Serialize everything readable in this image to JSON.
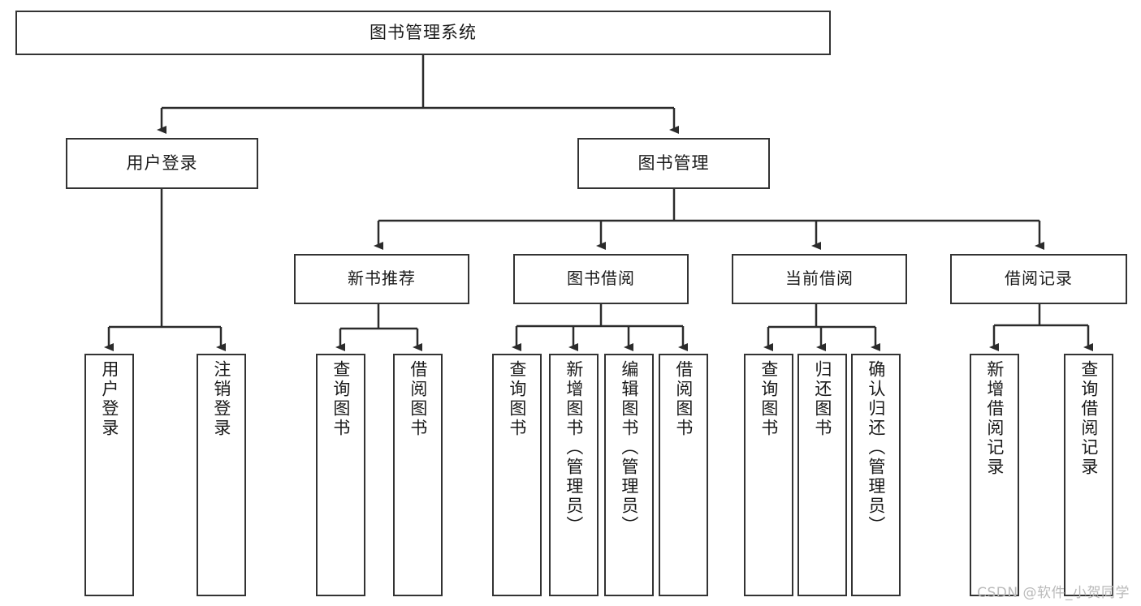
{
  "diagram": {
    "title": "图书管理系统",
    "type": "tree",
    "watermark": "CSDN @软件_小贺同学",
    "colors": {
      "box_border": "#333333",
      "box_fill": "#ffffff",
      "line": "#2b2b2b",
      "text": "#1a1a1a",
      "watermark": "#b9b9b9"
    },
    "root": {
      "label": "图书管理系统"
    },
    "level1": [
      {
        "label": "用户登录"
      },
      {
        "label": "图书管理"
      }
    ],
    "user_login_leaves": [
      {
        "label": "用户登录"
      },
      {
        "label": "注销登录"
      }
    ],
    "level2": [
      {
        "label": "新书推荐"
      },
      {
        "label": "图书借阅"
      },
      {
        "label": "当前借阅"
      },
      {
        "label": "借阅记录"
      }
    ],
    "new_book_leaves": [
      {
        "label": "查询图书"
      },
      {
        "label": "借阅图书"
      }
    ],
    "borrow_leaves": [
      {
        "label": "查询图书"
      },
      {
        "label": "新增图书（管理员）"
      },
      {
        "label": "编辑图书（管理员）"
      },
      {
        "label": "借阅图书"
      }
    ],
    "current_borrow_leaves": [
      {
        "label": "查询图书"
      },
      {
        "label": "归还图书"
      },
      {
        "label": "确认归还（管理员）"
      }
    ],
    "record_leaves": [
      {
        "label": "新增借阅记录"
      },
      {
        "label": "查询借阅记录"
      }
    ]
  }
}
